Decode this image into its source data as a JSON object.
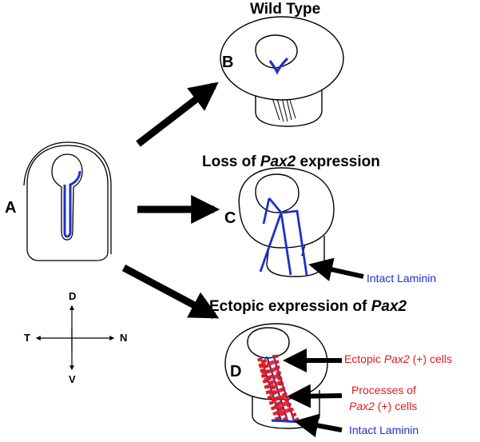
{
  "titles": {
    "wild_type": "Wild Type",
    "loss_pre": "Loss of ",
    "loss_gene": "Pax2",
    "loss_post": " expression",
    "ectopic_pre": "Ectopic expression of ",
    "ectopic_gene": "Pax2"
  },
  "panels": {
    "a": "A",
    "b": "B",
    "c": "C",
    "d": "D"
  },
  "annotations": {
    "intact_laminin_c": "Intact Laminin",
    "ectopic_pre": "Ectopic ",
    "ectopic_gene": "Pax2",
    "ectopic_post": " (+) cells",
    "processes_line1": "Processes of",
    "processes_gene": "Pax2",
    "processes_post": " (+) cells",
    "intact_laminin_d": "Intact Laminin"
  },
  "compass": {
    "dorsal": "D",
    "ventral": "V",
    "temporal": "T",
    "nasal": "N"
  },
  "colors": {
    "laminin": "#1f2fc9",
    "pax2_cells": "#e31b1b",
    "outline": "#000000"
  }
}
